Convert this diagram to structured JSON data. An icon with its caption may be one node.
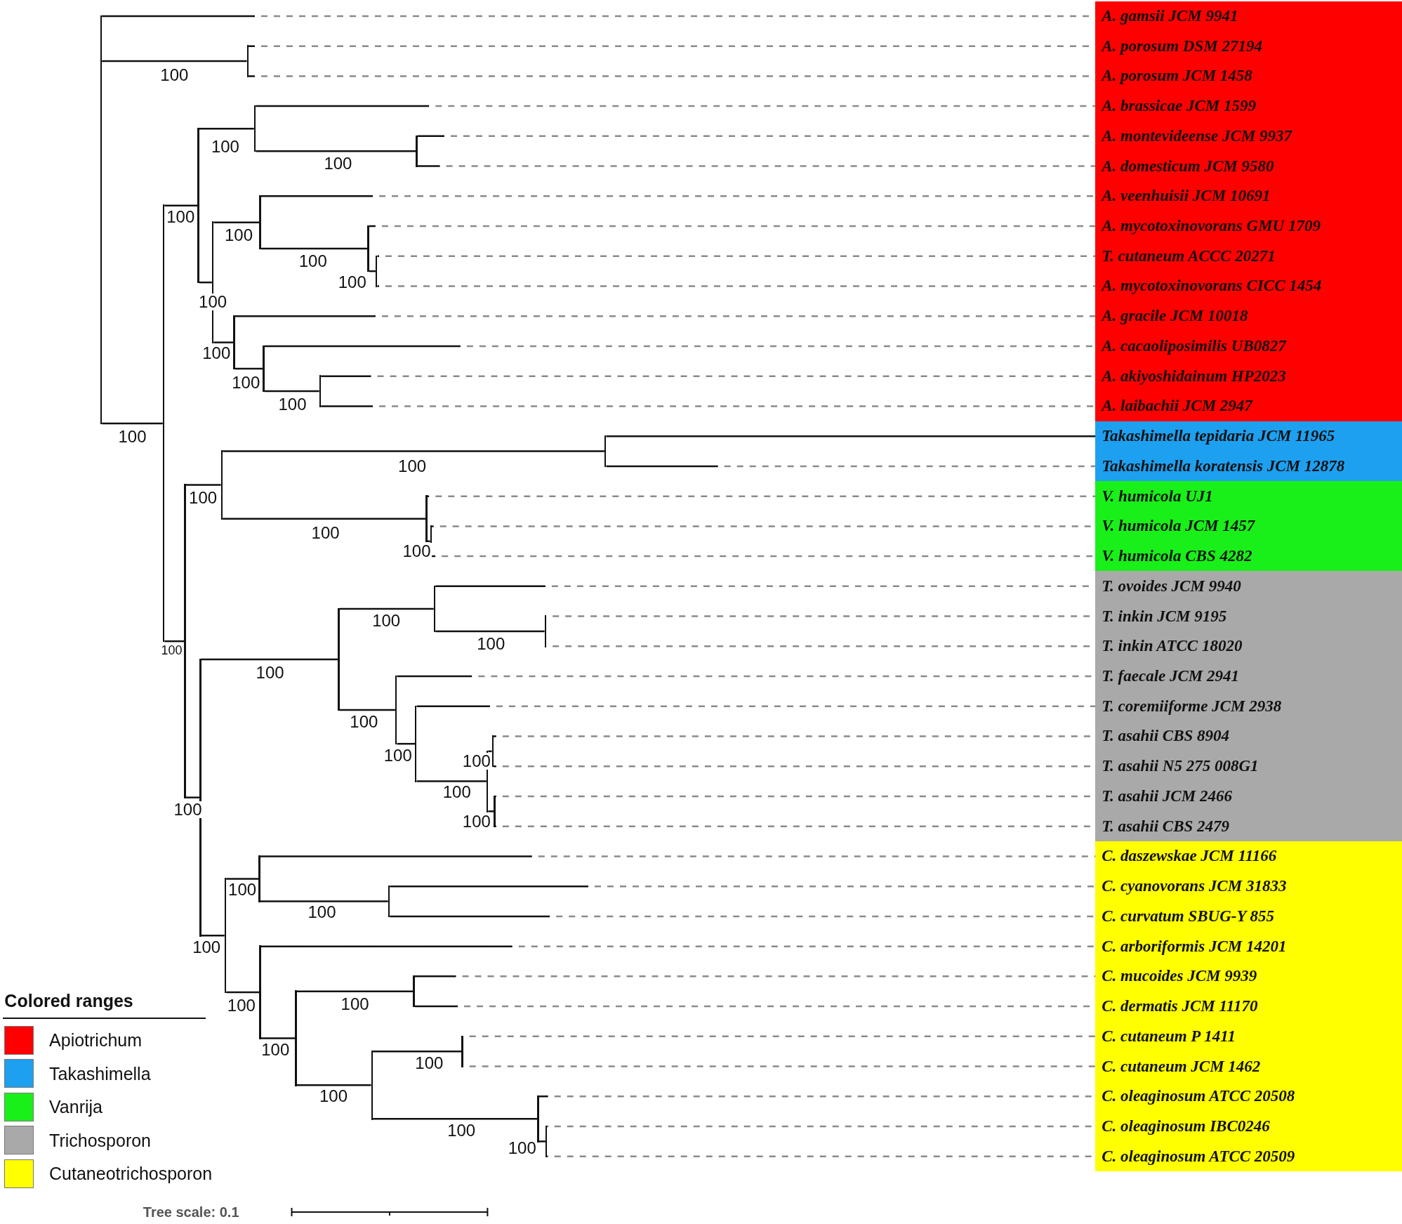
{
  "diagram": {
    "nodes": [
      {
        "text": [],
        "shape": "band"
      },
      {
        "text": [
          "A. gamsii JCM 9941"
        ],
        "in": 0
      },
      {
        "text": [
          "A. porosum DSM 27194"
        ],
        "in": 0
      },
      {
        "text": [
          "A. porosum JCM 1458"
        ],
        "in": 0
      },
      {
        "text": [
          "A. brassicae JCM 1599"
        ],
        "in": 0
      },
      {
        "text": [
          "A. montevideense JCM 9937"
        ],
        "in": 0
      },
      {
        "text": [
          "A. domesticum JCM 9580"
        ],
        "in": 0
      },
      {
        "text": [
          "A. veenhuisii JCM 10691"
        ],
        "in": 0
      },
      {
        "text": [
          "A. mycotoxinovorans GMU 1709"
        ],
        "in": 0
      },
      {
        "text": [
          "T. cutaneum ACCC 20271"
        ],
        "in": 0
      },
      {
        "text": [
          "A. mycotoxinovorans CICC 1454"
        ],
        "in": 0
      },
      {
        "text": [
          "A. gracile JCM 10018"
        ],
        "in": 0
      },
      {
        "text": [
          "A. cacaoliposimilis UB0827"
        ],
        "in": 0
      },
      {
        "text": [
          "A. akiyoshidainum HP2023"
        ],
        "in": 0
      },
      {
        "text": [
          "A. laibachii JCM 2947"
        ],
        "in": 0
      },
      {
        "text": [],
        "shape": "band"
      },
      {
        "text": [
          "Takashimella tepidaria JCM 11965"
        ],
        "in": 15
      },
      {
        "text": [
          "Takashimella koratensis JCM 12878"
        ],
        "in": 15
      },
      {
        "text": [],
        "shape": "band"
      },
      {
        "text": [
          "V. humicola UJ1"
        ],
        "in": 18
      },
      {
        "text": [
          "V. humicola JCM 1457"
        ],
        "in": 18
      },
      {
        "text": [
          "V. humicola CBS 4282"
        ],
        "in": 18
      },
      {
        "text": [],
        "shape": "band"
      },
      {
        "text": [
          "T. ovoides JCM 9940"
        ],
        "in": 22
      },
      {
        "text": [
          "T. inkin JCM 9195"
        ],
        "in": 22
      },
      {
        "text": [
          "T. inkin ATCC 18020"
        ],
        "in": 22
      },
      {
        "text": [
          "T. faecale JCM 2941"
        ],
        "in": 22
      },
      {
        "text": [
          "T. coremiiforme JCM 2938"
        ],
        "in": 22
      },
      {
        "text": [
          "T. asahii CBS 8904"
        ],
        "in": 22
      },
      {
        "text": [
          "T. asahii N5 275 008G1"
        ],
        "in": 22
      },
      {
        "text": [
          "T. asahii JCM 2466"
        ],
        "in": 22
      },
      {
        "text": [
          "T. asahii CBS 2479"
        ],
        "in": 22
      },
      {
        "text": [],
        "shape": "band"
      },
      {
        "text": [
          "C. daszewskae JCM 11166"
        ],
        "in": 32
      },
      {
        "text": [
          "C. cyanovorans JCM 31833"
        ],
        "in": 32
      },
      {
        "text": [
          "C. curvatum SBUG-Y 855"
        ],
        "in": 32
      },
      {
        "text": [
          "C. arboriformis JCM 14201"
        ],
        "in": 32
      },
      {
        "text": [
          "C. mucoides JCM 9939"
        ],
        "in": 32
      },
      {
        "text": [
          "C. dermatis JCM 11170"
        ],
        "in": 32
      },
      {
        "text": [
          "C. cutaneum P 1411"
        ],
        "in": 32
      },
      {
        "text": [
          "C. cutaneum JCM 1462"
        ],
        "in": 32
      },
      {
        "text": [
          "C. oleaginosum ATCC 20508"
        ],
        "in": 32
      },
      {
        "text": [
          "C. oleaginosum IBC0246"
        ],
        "in": 32
      },
      {
        "text": [
          "C. oleaginosum ATCC 20509"
        ],
        "in": 32
      },
      {
        "text": [],
        "shape": "bar"
      },
      {
        "text": [],
        "shape": "bar"
      },
      {
        "text": [],
        "shape": "bar"
      },
      {
        "text": [],
        "shape": "bar"
      },
      {
        "text": [],
        "shape": "bar"
      },
      {
        "text": [],
        "shape": "bar"
      },
      {
        "text": [],
        "shape": "bar"
      },
      {
        "text": [],
        "shape": "bar"
      },
      {
        "text": [],
        "shape": "bar"
      },
      {
        "text": [],
        "shape": "bar"
      },
      {
        "text": [],
        "shape": "bar"
      },
      {
        "text": [],
        "shape": "bar"
      },
      {
        "text": [],
        "shape": "bar"
      },
      {
        "text": [],
        "shape": "bar"
      },
      {
        "text": [],
        "shape": "bar"
      },
      {
        "text": [],
        "shape": "bar"
      },
      {
        "text": [],
        "shape": "bar"
      },
      {
        "text": [],
        "shape": "bar"
      },
      {
        "text": [],
        "shape": "bar"
      },
      {
        "text": [],
        "shape": "bar"
      },
      {
        "text": [],
        "shape": "bar"
      },
      {
        "text": [],
        "shape": "bar"
      },
      {
        "text": [],
        "shape": "bar"
      },
      {
        "text": [],
        "shape": "bar"
      },
      {
        "text": [],
        "shape": "bar"
      },
      {
        "text": [],
        "shape": "bar"
      },
      {
        "text": [],
        "shape": "bar"
      },
      {
        "text": [],
        "shape": "bar"
      },
      {
        "text": [],
        "shape": "bar"
      },
      {
        "text": [],
        "shape": "bar"
      },
      {
        "text": [],
        "shape": "bar"
      },
      {
        "text": [],
        "shape": "bar"
      },
      {
        "text": [],
        "shape": "bar"
      },
      {
        "text": [],
        "shape": "bar"
      },
      {
        "text": [],
        "shape": "bar"
      },
      {
        "text": [],
        "shape": "bar"
      },
      {
        "text": [],
        "shape": "bar"
      }
    ],
    "edges": [
      {
        "from": 44,
        "to": 1,
        "arrow": "none"
      },
      {
        "from": 44,
        "to": 45,
        "arrow": "none",
        "label": "100"
      },
      {
        "from": 44,
        "to": 46,
        "arrow": "none",
        "label": "100"
      },
      {
        "from": 45,
        "to": 2,
        "arrow": "none"
      },
      {
        "from": 45,
        "to": 3,
        "arrow": "none"
      },
      {
        "from": 46,
        "to": 47,
        "arrow": "none",
        "label": "100"
      },
      {
        "from": 46,
        "to": 57,
        "arrow": "none",
        "label": "100"
      },
      {
        "from": 47,
        "to": 48,
        "arrow": "none",
        "label": "100"
      },
      {
        "from": 47,
        "to": 50,
        "arrow": "none",
        "label": "100"
      },
      {
        "from": 48,
        "to": 4,
        "arrow": "none"
      },
      {
        "from": 48,
        "to": 49,
        "arrow": "none",
        "label": "100"
      },
      {
        "from": 49,
        "to": 5,
        "arrow": "none"
      },
      {
        "from": 49,
        "to": 6,
        "arrow": "none"
      },
      {
        "from": 50,
        "to": 51,
        "arrow": "none",
        "label": "100"
      },
      {
        "from": 50,
        "to": 54,
        "arrow": "none",
        "label": "100"
      },
      {
        "from": 51,
        "to": 7,
        "arrow": "none"
      },
      {
        "from": 51,
        "to": 52,
        "arrow": "none",
        "label": "100"
      },
      {
        "from": 52,
        "to": 8,
        "arrow": "none"
      },
      {
        "from": 52,
        "to": 53,
        "arrow": "none",
        "label": "100"
      },
      {
        "from": 53,
        "to": 9,
        "arrow": "none"
      },
      {
        "from": 53,
        "to": 10,
        "arrow": "none"
      },
      {
        "from": 54,
        "to": 11,
        "arrow": "none"
      },
      {
        "from": 54,
        "to": 55,
        "arrow": "none",
        "label": "100"
      },
      {
        "from": 55,
        "to": 12,
        "arrow": "none"
      },
      {
        "from": 55,
        "to": 56,
        "arrow": "none",
        "label": "100"
      },
      {
        "from": 56,
        "to": 13,
        "arrow": "none"
      },
      {
        "from": 56,
        "to": 14,
        "arrow": "none"
      },
      {
        "from": 57,
        "to": 58,
        "arrow": "none",
        "label": "100"
      },
      {
        "from": 57,
        "to": 62,
        "arrow": "none",
        "label": "100"
      },
      {
        "from": 58,
        "to": 59,
        "arrow": "none",
        "label": "100"
      },
      {
        "from": 58,
        "to": 60,
        "arrow": "none",
        "label": "100"
      },
      {
        "from": 59,
        "to": 16,
        "arrow": "none"
      },
      {
        "from": 59,
        "to": 17,
        "arrow": "none"
      },
      {
        "from": 60,
        "to": 19,
        "arrow": "none"
      },
      {
        "from": 60,
        "to": 61,
        "arrow": "none",
        "label": "100"
      },
      {
        "from": 61,
        "to": 20,
        "arrow": "none"
      },
      {
        "from": 61,
        "to": 21,
        "arrow": "none"
      },
      {
        "from": 62,
        "to": 63,
        "arrow": "none",
        "label": "100"
      },
      {
        "from": 62,
        "to": 71,
        "arrow": "none",
        "label": "100"
      },
      {
        "from": 63,
        "to": 64,
        "arrow": "none",
        "label": "100"
      },
      {
        "from": 63,
        "to": 66,
        "arrow": "none",
        "label": "100"
      },
      {
        "from": 64,
        "to": 23,
        "arrow": "none"
      },
      {
        "from": 64,
        "to": 65,
        "arrow": "none",
        "label": "100"
      },
      {
        "from": 65,
        "to": 24,
        "arrow": "none"
      },
      {
        "from": 65,
        "to": 25,
        "arrow": "none"
      },
      {
        "from": 66,
        "to": 26,
        "arrow": "none"
      },
      {
        "from": 66,
        "to": 67,
        "arrow": "none",
        "label": "100"
      },
      {
        "from": 67,
        "to": 27,
        "arrow": "none"
      },
      {
        "from": 67,
        "to": 68,
        "arrow": "none",
        "label": "100"
      },
      {
        "from": 68,
        "to": 69,
        "arrow": "none",
        "label": "100"
      },
      {
        "from": 68,
        "to": 70,
        "arrow": "none",
        "label": "100"
      },
      {
        "from": 69,
        "to": 28,
        "arrow": "none"
      },
      {
        "from": 69,
        "to": 29,
        "arrow": "none"
      },
      {
        "from": 70,
        "to": 30,
        "arrow": "none"
      },
      {
        "from": 70,
        "to": 31,
        "arrow": "none"
      },
      {
        "from": 71,
        "to": 72,
        "arrow": "none",
        "label": "100"
      },
      {
        "from": 71,
        "to": 74,
        "arrow": "none",
        "label": "100"
      },
      {
        "from": 72,
        "to": 33,
        "arrow": "none"
      },
      {
        "from": 72,
        "to": 73,
        "arrow": "none",
        "label": "100"
      },
      {
        "from": 73,
        "to": 34,
        "arrow": "none"
      },
      {
        "from": 73,
        "to": 35,
        "arrow": "none"
      },
      {
        "from": 74,
        "to": 36,
        "arrow": "none"
      },
      {
        "from": 74,
        "to": 75,
        "arrow": "none",
        "label": "100"
      },
      {
        "from": 75,
        "to": 76,
        "arrow": "none",
        "label": "100"
      },
      {
        "from": 75,
        "to": 77,
        "arrow": "none",
        "label": "100"
      },
      {
        "from": 76,
        "to": 37,
        "arrow": "none"
      },
      {
        "from": 76,
        "to": 38,
        "arrow": "none"
      },
      {
        "from": 77,
        "to": 78,
        "arrow": "none",
        "label": "100"
      },
      {
        "from": 77,
        "to": 79,
        "arrow": "none",
        "label": "100"
      },
      {
        "from": 78,
        "to": 39,
        "arrow": "none"
      },
      {
        "from": 78,
        "to": 40,
        "arrow": "none"
      },
      {
        "from": 79,
        "to": 41,
        "arrow": "none"
      },
      {
        "from": 79,
        "to": 80,
        "arrow": "none",
        "label": "100"
      },
      {
        "from": 80,
        "to": 42,
        "arrow": "none"
      },
      {
        "from": 80,
        "to": 43,
        "arrow": "none"
      }
    ],
    "labels": [
      "Colored ranges",
      "Tree scale: 0.1"
    ],
    "legend": [
      {
        "text": "Apiotrichum",
        "color": "#ff0000"
      },
      {
        "text": "Takashimella",
        "color": "#1ea0f0"
      },
      {
        "text": "Vanrija",
        "color": "#19f019"
      },
      {
        "text": "Trichosporon",
        "color": "#a9a9a9"
      },
      {
        "text": "Cutaneotrichosporon",
        "color": "#ffff00"
      }
    ]
  }
}
